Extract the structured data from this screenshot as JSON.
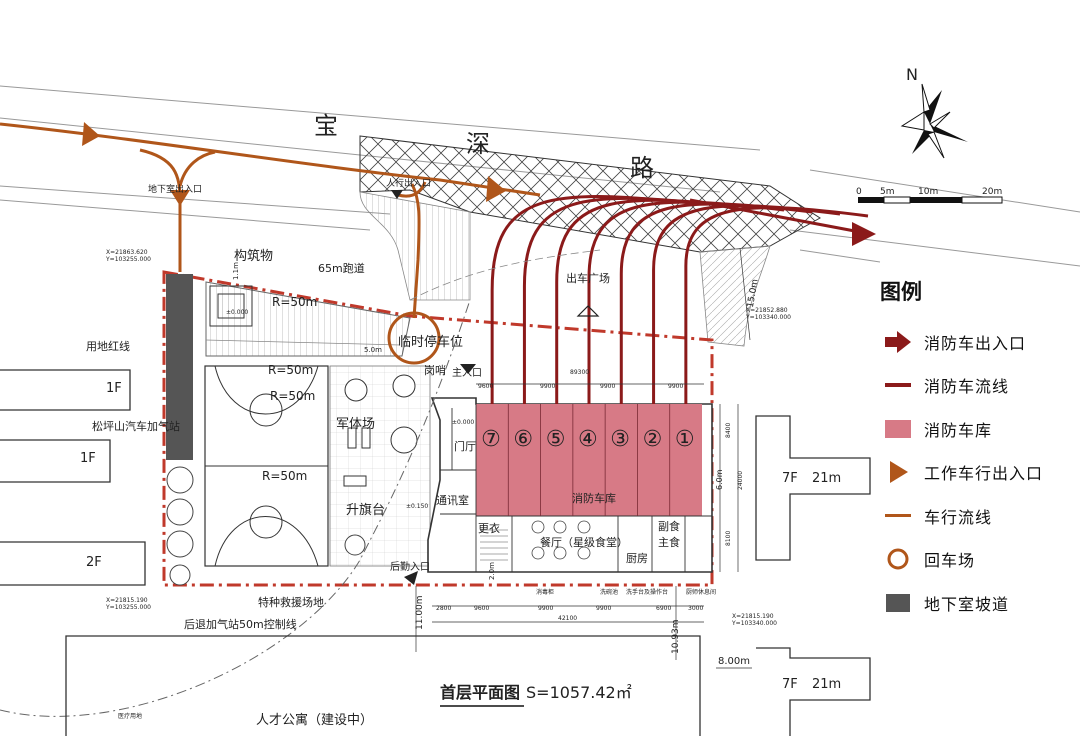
{
  "road": {
    "name_chars": [
      "宝",
      "深",
      "路"
    ]
  },
  "compass": {
    "north": "N"
  },
  "scale_bar": {
    "labels": [
      "0",
      "5m",
      "10m",
      "20m"
    ]
  },
  "entrances": {
    "basement": "地下室出入口",
    "pedestrian": "人行出入口",
    "main": "主入口",
    "back": "后勤入口"
  },
  "plan_labels": {
    "structure": "构筑物",
    "track": "65m跑道",
    "temp_parking": "临时停车位",
    "sentry": "岗哨",
    "dispatch_square": "出车广场",
    "red_line": "用地红线",
    "gas_station": "松坪山汽车加气站",
    "radius_top": "R=50m",
    "radius_mid": "R=50m",
    "radius_low": "R=50m",
    "radius_court": "R=50m",
    "drill_ground": "军体场",
    "flag_stage": "升旗台",
    "rescue_site": "特种救援场地",
    "setback_line": "后退加气站50m控制线",
    "lobby": "门厅",
    "comm_room": "通讯室",
    "changing": "更衣",
    "canteen": "餐厅（星级食堂）",
    "kitchen": "厨房",
    "side_food": "副食",
    "staple_food": "主食",
    "garage": "消防车库",
    "disinfect": "消毒柜",
    "wash": "洗碗池",
    "wash_station": "洗手台及操作台",
    "chef_rest": "厨师休息间",
    "elev": "±0.000",
    "elev_floor": "±0.150",
    "apartment": "人才公寓（建设中）",
    "dim_15": "15.0m",
    "dim_11": "11.00m",
    "dim_1093": "10.93m",
    "dim_8": "8.00m",
    "dim_5": "5.0m",
    "dim_2": "2.0m",
    "dim_1": "1.1m",
    "dim_6": "6.0m",
    "land_mark": "医疗用地"
  },
  "bays": [
    "⑦",
    "⑥",
    "⑤",
    "④",
    "③",
    "②",
    "①"
  ],
  "dims": {
    "top": [
      "9600",
      "9900",
      "89300",
      "9900",
      "9900"
    ],
    "bottom_row1": [
      "2800",
      "9600",
      "9900",
      "9900",
      "6900",
      "3000"
    ],
    "bottom_total": "42100",
    "right": [
      "8400",
      "24000",
      "8100"
    ]
  },
  "coords": {
    "tl": [
      "X=21863.620",
      "Y=103255.000"
    ],
    "tr": [
      "X=21852.880",
      "Y=103340.000"
    ],
    "bl": [
      "X=21815.190",
      "Y=103255.000"
    ],
    "br": [
      "X=21815.190",
      "Y=103340.000"
    ]
  },
  "buildings": {
    "b1f_a": "1F",
    "b1f_b": "1F",
    "b2f": "2F",
    "b7f_a_floors": "7F",
    "b7f_a_height": "21m",
    "b7f_b_floors": "7F",
    "b7f_b_height": "21m"
  },
  "title": {
    "name": "首层平面图",
    "area": "S=1057.42㎡"
  },
  "legend": {
    "title": "图例",
    "items": [
      {
        "label": "消防车出入口",
        "symbol": "fire-entry-arrow-icon",
        "color": "#8b1a1a"
      },
      {
        "label": "消防车流线",
        "symbol": "fire-route-line-icon",
        "color": "#8b1a1a"
      },
      {
        "label": "消防车库",
        "symbol": "fire-garage-swatch-icon",
        "color": "#d77a86"
      },
      {
        "label": "工作车行出入口",
        "symbol": "work-entry-triangle-icon",
        "color": "#b0561a"
      },
      {
        "label": "车行流线",
        "symbol": "vehicle-route-line-icon",
        "color": "#b0561a"
      },
      {
        "label": "回车场",
        "symbol": "turnaround-circle-icon",
        "color": "#b0561a"
      },
      {
        "label": "地下室坡道",
        "symbol": "basement-ramp-swatch-icon",
        "color": "#555555"
      }
    ]
  },
  "colors": {
    "fire": "#8b1a1a",
    "vehicle": "#b0561a",
    "garage": "#d77a86",
    "ramp": "#555555",
    "red_line": "#c0392b"
  }
}
